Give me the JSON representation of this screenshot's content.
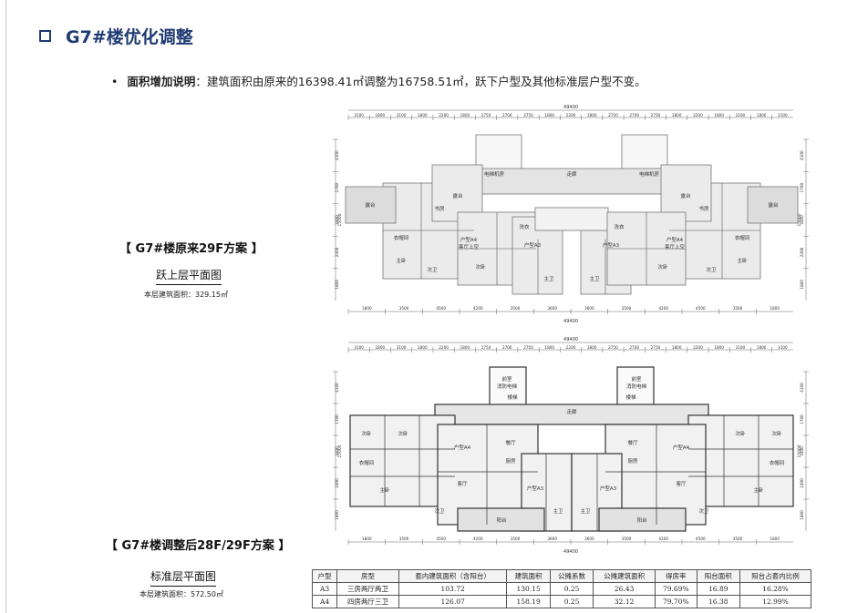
{
  "page": {
    "title": "G7#楼优化调整",
    "note_label": "面积增加说明",
    "note_text": "：建筑面积由原来的16398.41㎡调整为16758.51㎡，跃下户型及其他标准层户型不变。"
  },
  "plan_top": {
    "name": "【 G7#楼原来29F方案 】",
    "floor": "跃上层平面图",
    "area": "本层建筑面积：329.15㎡",
    "dim_total": "49400",
    "dims_top": [
      "3100",
      "1800",
      "3100",
      "1800",
      "2200",
      "1800",
      "2750",
      "2700",
      "2750",
      "1800",
      "2200",
      "1800",
      "2750",
      "2700",
      "2750",
      "1800",
      "2200",
      "1800",
      "3100",
      "1800",
      "3100"
    ],
    "dims_bottom": [
      "1800",
      "3500",
      "4500",
      "4200",
      "3500",
      "3600",
      "3600",
      "3500",
      "4200",
      "4500",
      "3500",
      "1800"
    ],
    "dims_side": [
      "4100",
      "1700",
      "3400",
      "2400",
      "1800"
    ],
    "dims_side_total": "15000",
    "rooms": {
      "terrace": "露台",
      "upper_living": "客厅上空",
      "master": "主卧",
      "bed": "次卧",
      "bath": "主卫",
      "wash": "洗衣",
      "type_a4": "户型A4",
      "type_a3": "户型A3",
      "lift": "电梯机房",
      "corridor": "走廊",
      "cloak": "衣帽间",
      "study": "书房",
      "bath2": "次卫"
    }
  },
  "plan_bottom": {
    "name": "【 G7#楼调整后28F/29F方案 】",
    "floor": "标准层平面图",
    "area": "本层建筑面积：572.50㎡",
    "dim_total": "49400",
    "dims_top": [
      "3100",
      "1800",
      "3100",
      "1800",
      "2200",
      "1800",
      "2750",
      "2700",
      "2750",
      "1800",
      "2200",
      "1800",
      "2750",
      "2700",
      "2750",
      "1800",
      "2200",
      "1800",
      "3100",
      "1800",
      "3100"
    ],
    "dims_bottom": [
      "1800",
      "3500",
      "4500",
      "4200",
      "3500",
      "3600",
      "3600",
      "3500",
      "4200",
      "4500",
      "3500",
      "1800"
    ],
    "dims_side": [
      "4100",
      "1700",
      "3400",
      "2400",
      "1800"
    ],
    "dims_side_total": "15000",
    "rooms": {
      "living": "客厅",
      "dining": "餐厅",
      "kitchen": "厨房",
      "balcony": "阳台",
      "master": "主卧",
      "bed": "次卧",
      "bath": "主卫",
      "type_a4": "户型A4",
      "type_a3": "户型A3",
      "corridor": "走廊",
      "stair": "楼梯",
      "front_room": "前室",
      "fire_lift": "消防电梯",
      "cloak": "衣帽间",
      "bath2": "次卫"
    }
  },
  "table": {
    "headers": [
      "户型",
      "房型",
      "套内建筑面积（含阳台）",
      "建筑面积",
      "公摊系数",
      "公摊建筑面积",
      "得房率",
      "阳台面积",
      "阳台占套内比例"
    ],
    "rows": [
      [
        "A3",
        "三房两厅两卫",
        "103.72",
        "130.15",
        "0.25",
        "26.43",
        "79.69%",
        "16.89",
        "16.28%"
      ],
      [
        "A4",
        "四房两厅三卫",
        "126.07",
        "158.19",
        "0.25",
        "32.12",
        "79.70%",
        "16.38",
        "12.99%"
      ]
    ]
  }
}
